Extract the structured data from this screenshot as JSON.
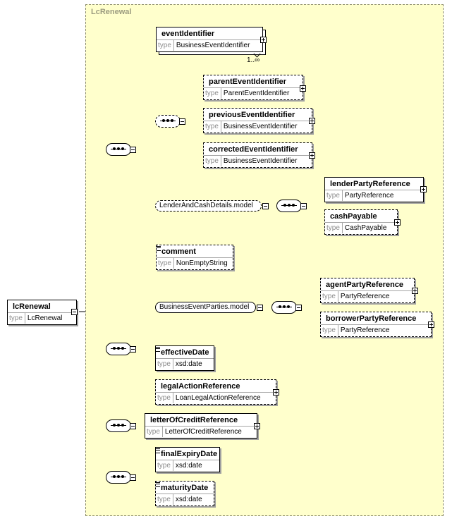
{
  "diagram": {
    "complex_type": "LcRenewal",
    "type_keyword": "type",
    "root": {
      "name": "lcRenewal",
      "type": "LcRenewal"
    },
    "elements": {
      "event_identifier": {
        "name": "eventIdentifier",
        "type": "BusinessEventIdentifier",
        "occurrence": "1..∞"
      },
      "parent_event_identifier": {
        "name": "parentEventIdentifier",
        "type": "ParentEventIdentifier"
      },
      "previous_event_identifier": {
        "name": "previousEventIdentifier",
        "type": "BusinessEventIdentifier"
      },
      "corrected_event_identifier": {
        "name": "correctedEventIdentifier",
        "type": "BusinessEventIdentifier"
      },
      "lender_party_reference": {
        "name": "lenderPartyReference",
        "type": "PartyReference"
      },
      "cash_payable": {
        "name": "cashPayable",
        "type": "CashPayable"
      },
      "comment": {
        "name": "comment",
        "type": "NonEmptyString"
      },
      "agent_party_reference": {
        "name": "agentPartyReference",
        "type": "PartyReference"
      },
      "borrower_party_reference": {
        "name": "borrowerPartyReference",
        "type": "PartyReference"
      },
      "effective_date": {
        "name": "effectiveDate",
        "type": "xsd:date"
      },
      "legal_action_reference": {
        "name": "legalActionReference",
        "type": "LoanLegalActionReference"
      },
      "letter_of_credit_reference": {
        "name": "letterOfCreditReference",
        "type": "LetterOfCreditReference"
      },
      "final_expiry_date": {
        "name": "finalExpiryDate",
        "type": "xsd:date"
      },
      "maturity_date": {
        "name": "maturityDate",
        "type": "xsd:date"
      }
    },
    "groups": {
      "lender_and_cash_details": "LenderAndCashDetails.model",
      "business_event_parties": "BusinessEventParties.model"
    }
  }
}
